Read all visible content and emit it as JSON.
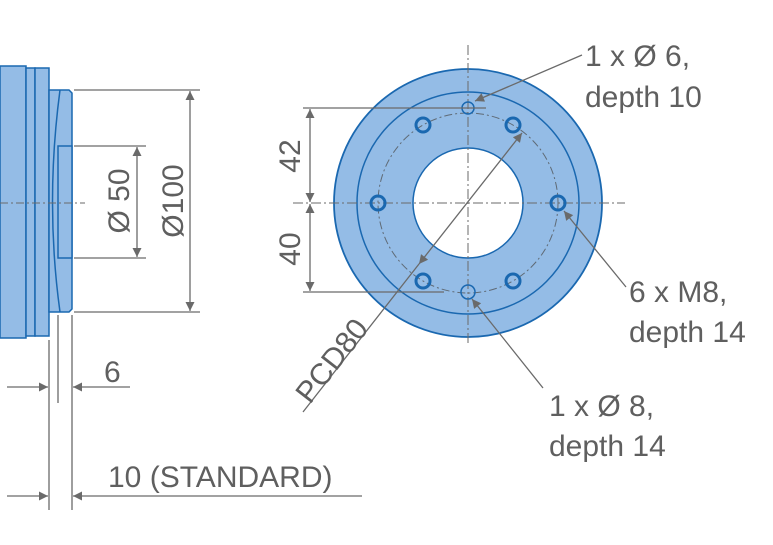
{
  "colors": {
    "part_fill": "#94bce6",
    "part_outline": "#1a68b0",
    "dimension_line": "#6a6a6a",
    "text": "#5f5f5f",
    "background": "#ffffff"
  },
  "side_view": {
    "dim_outer_diameter": "Ø100",
    "dim_inner_diameter": "Ø 50",
    "dim_thickness_small": "6",
    "dim_thickness_standard": "10 (STANDARD)"
  },
  "front_view": {
    "dim_top_offset": "42",
    "dim_bottom_offset": "40",
    "dim_pcd": "PCD80",
    "callout_top_hole": {
      "line1": "1 x Ø 6,",
      "line2": "depth 10"
    },
    "callout_threaded_holes": {
      "line1": "6 x M8,",
      "line2": "depth 14"
    },
    "callout_bottom_hole": {
      "line1": "1 x Ø 8,",
      "line2": "depth 14"
    }
  }
}
